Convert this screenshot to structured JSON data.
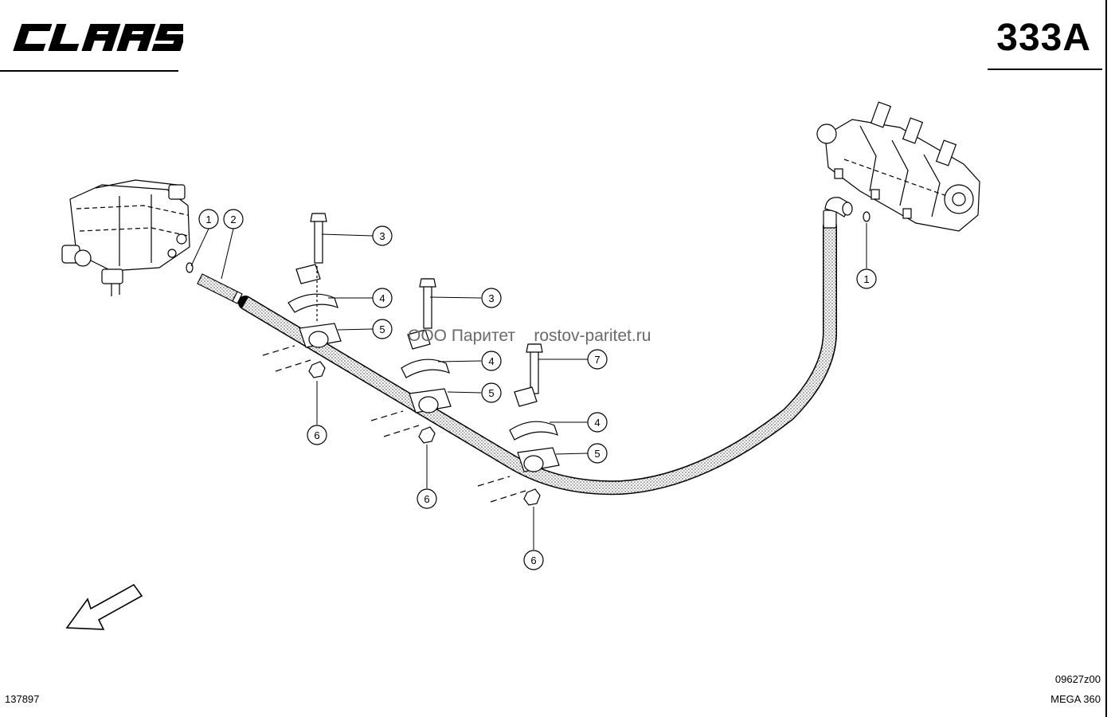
{
  "header": {
    "brand": "CLAAS",
    "sheet_number": "333A"
  },
  "watermark": "ООО Паритет    rostov-paritet.ru",
  "footer": {
    "left_code": "137897",
    "drawing_code": "09627z00",
    "model": "MEGA 360"
  },
  "callouts": {
    "valve_washer": "1",
    "hose_fitting": "2",
    "bolt_a": "3",
    "bolt_b": "3",
    "bolt_c": "7",
    "clamp_top_a": "4",
    "clamp_top_b": "4",
    "clamp_top_c": "4",
    "clamp_bottom_a": "5",
    "clamp_bottom_b": "5",
    "clamp_bottom_c": "5",
    "nut_a": "6",
    "nut_b": "6",
    "nut_c": "6",
    "pump_washer": "1"
  }
}
